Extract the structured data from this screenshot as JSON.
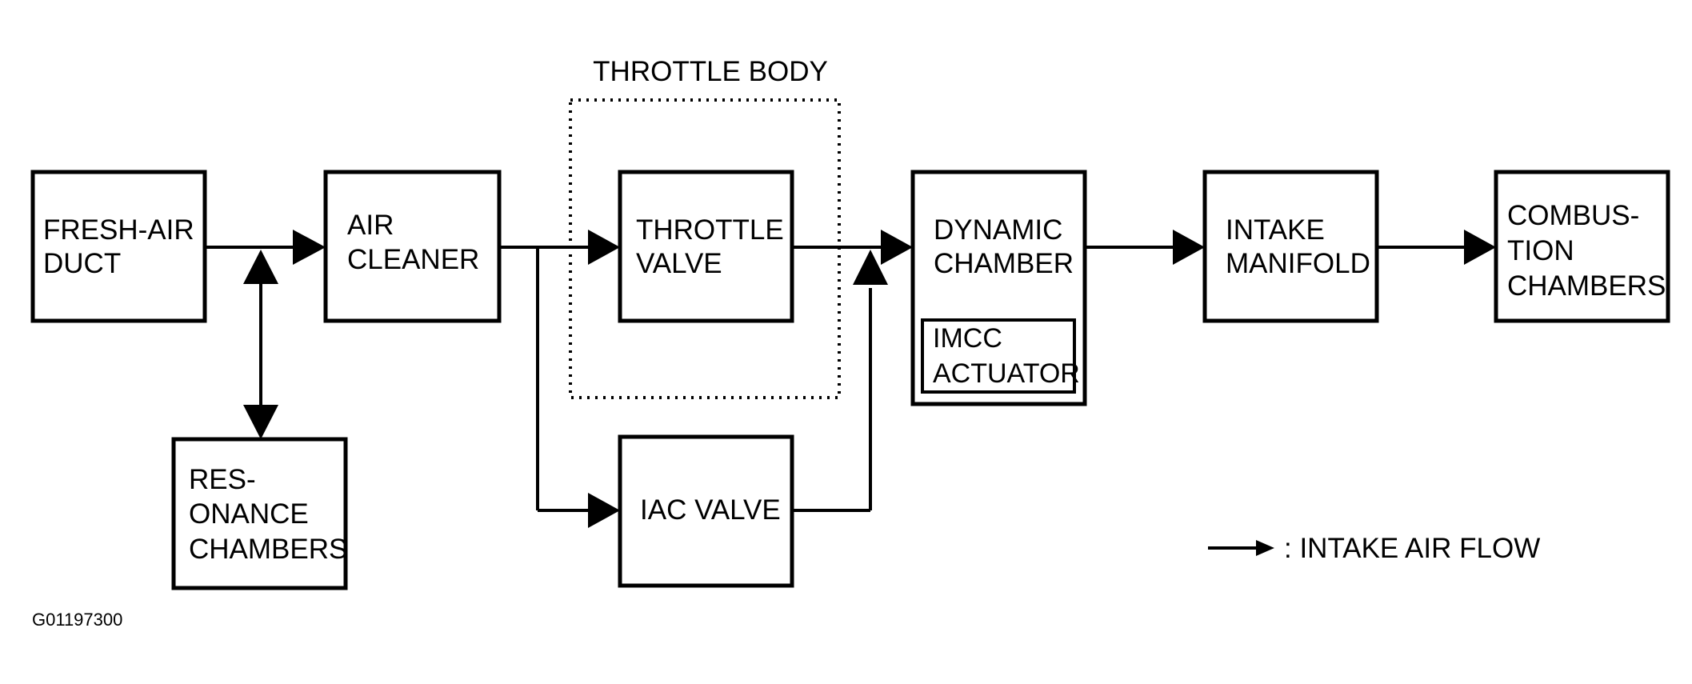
{
  "diagram": {
    "group_title": "THROTTLE BODY",
    "blocks": {
      "fresh_air_duct": [
        "FRESH-AIR",
        "DUCT"
      ],
      "air_cleaner": [
        "AIR",
        "CLEANER"
      ],
      "throttle_valve": [
        "THROTTLE",
        "VALVE"
      ],
      "dynamic_chamber": [
        "DYNAMIC",
        "CHAMBER"
      ],
      "imcc_actuator": [
        "IMCC",
        "ACTUATOR"
      ],
      "intake_manifold": [
        "INTAKE",
        "MANIFOLD"
      ],
      "combustion_chambers": [
        "COMBUS-",
        "TION",
        "CHAMBERS"
      ],
      "resonance_chambers": [
        "RES-",
        "ONANCE",
        "CHAMBERS"
      ],
      "iac_valve": [
        "IAC VALVE"
      ]
    },
    "legend": ": INTAKE AIR FLOW",
    "figure_id": "G01197300"
  }
}
